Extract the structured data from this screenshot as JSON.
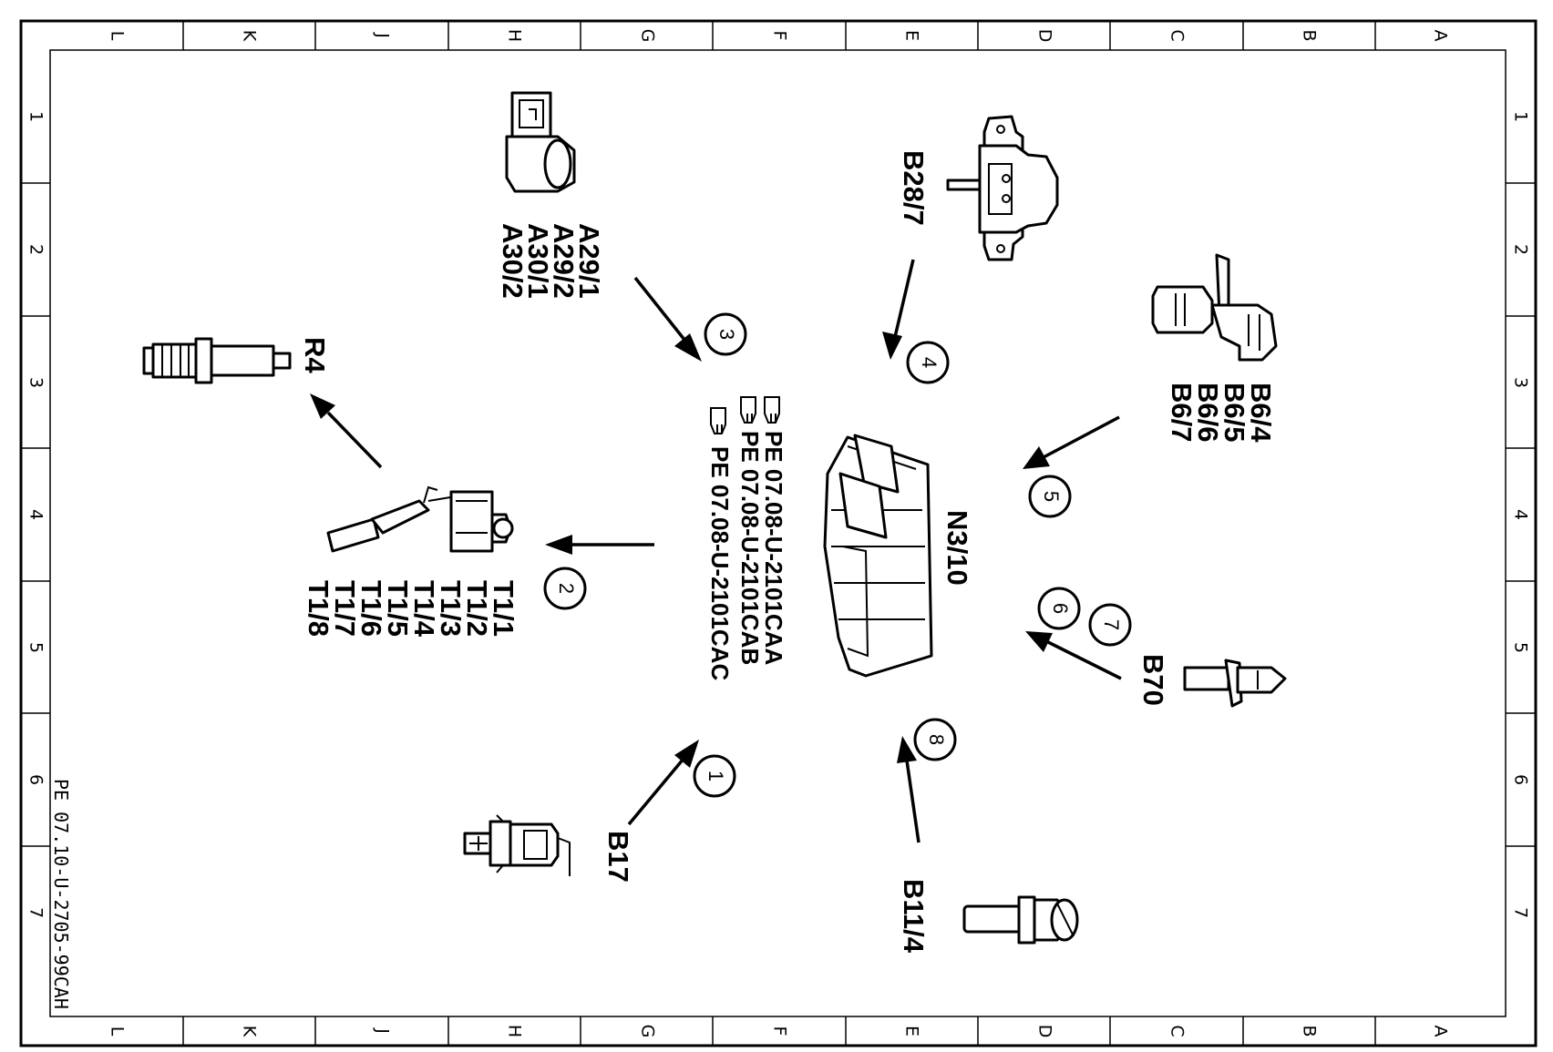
{
  "frame": {
    "columns": [
      "L",
      "K",
      "J",
      "H",
      "G",
      "F",
      "E",
      "D",
      "C",
      "B",
      "A"
    ],
    "rows": [
      "1",
      "2",
      "3",
      "4",
      "5",
      "6",
      "7"
    ]
  },
  "document_code": "PE 07.10-U-2705-99CAH",
  "center_references": [
    "PE 07.08-U-2101CAA",
    "PE 07.08-U-2101CAB",
    "PE 07.08-U-2101CAC"
  ],
  "components": {
    "control_unit": {
      "label": "N3/10"
    },
    "injector": {
      "labels": [
        "A29/1",
        "A29/2",
        "A30/1",
        "A30/2"
      ],
      "step": "3"
    },
    "pressure_sensor": {
      "label": "B28/7",
      "step": "4"
    },
    "camshaft_sensors": {
      "labels": [
        "B6/4",
        "B6/5",
        "B6/6",
        "B6/7"
      ],
      "step": "5"
    },
    "crankshaft_sensor": {
      "label": "B70",
      "steps": [
        "6",
        "7"
      ]
    },
    "temperature_sensor": {
      "label": "B11/4",
      "step": "8"
    },
    "air_temp_sensor": {
      "label": "B17",
      "step": "1"
    },
    "ignition_coils": {
      "labels": [
        "T1/1",
        "T1/2",
        "T1/3",
        "T1/4",
        "T1/5",
        "T1/6",
        "T1/7",
        "T1/8"
      ],
      "step": "2"
    },
    "spark_plug": {
      "label": "R4"
    }
  }
}
